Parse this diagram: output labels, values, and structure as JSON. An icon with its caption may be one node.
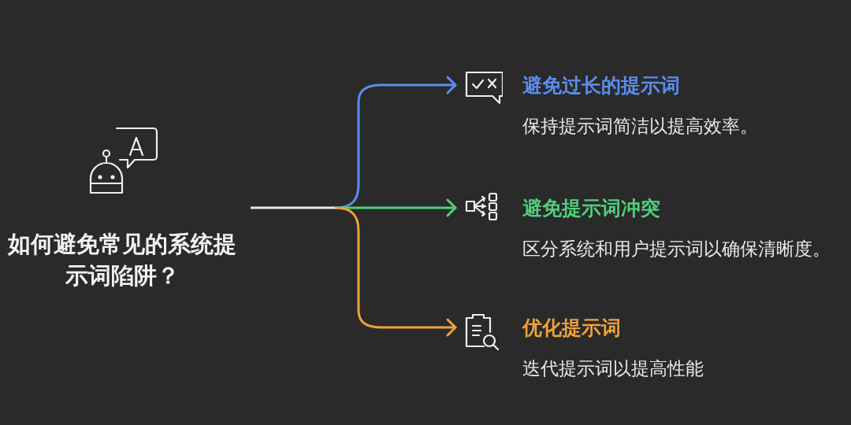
{
  "diagram": {
    "nodes": [
      {
        "text": [
          "如何避免常见的系统提示词陷阱？"
        ]
      },
      {
        "text": [
          "避免过长的提示词",
          "保持提示词简洁以提高效率。"
        ]
      },
      {
        "text": [
          "避免提示词冲突",
          "区分系统和用户提示词以确保清晰度。"
        ]
      },
      {
        "text": [
          "优化提示词",
          "迭代提示词以提高性能"
        ]
      }
    ],
    "edges": [
      {
        "from": null,
        "to": 1,
        "arrow": "to",
        "color": "#5b8def"
      },
      {
        "from": null,
        "to": 2,
        "arrow": "to",
        "color": "#4fcf7c"
      },
      {
        "from": null,
        "to": 3,
        "arrow": "to",
        "color": "#eea13a"
      }
    ]
  }
}
